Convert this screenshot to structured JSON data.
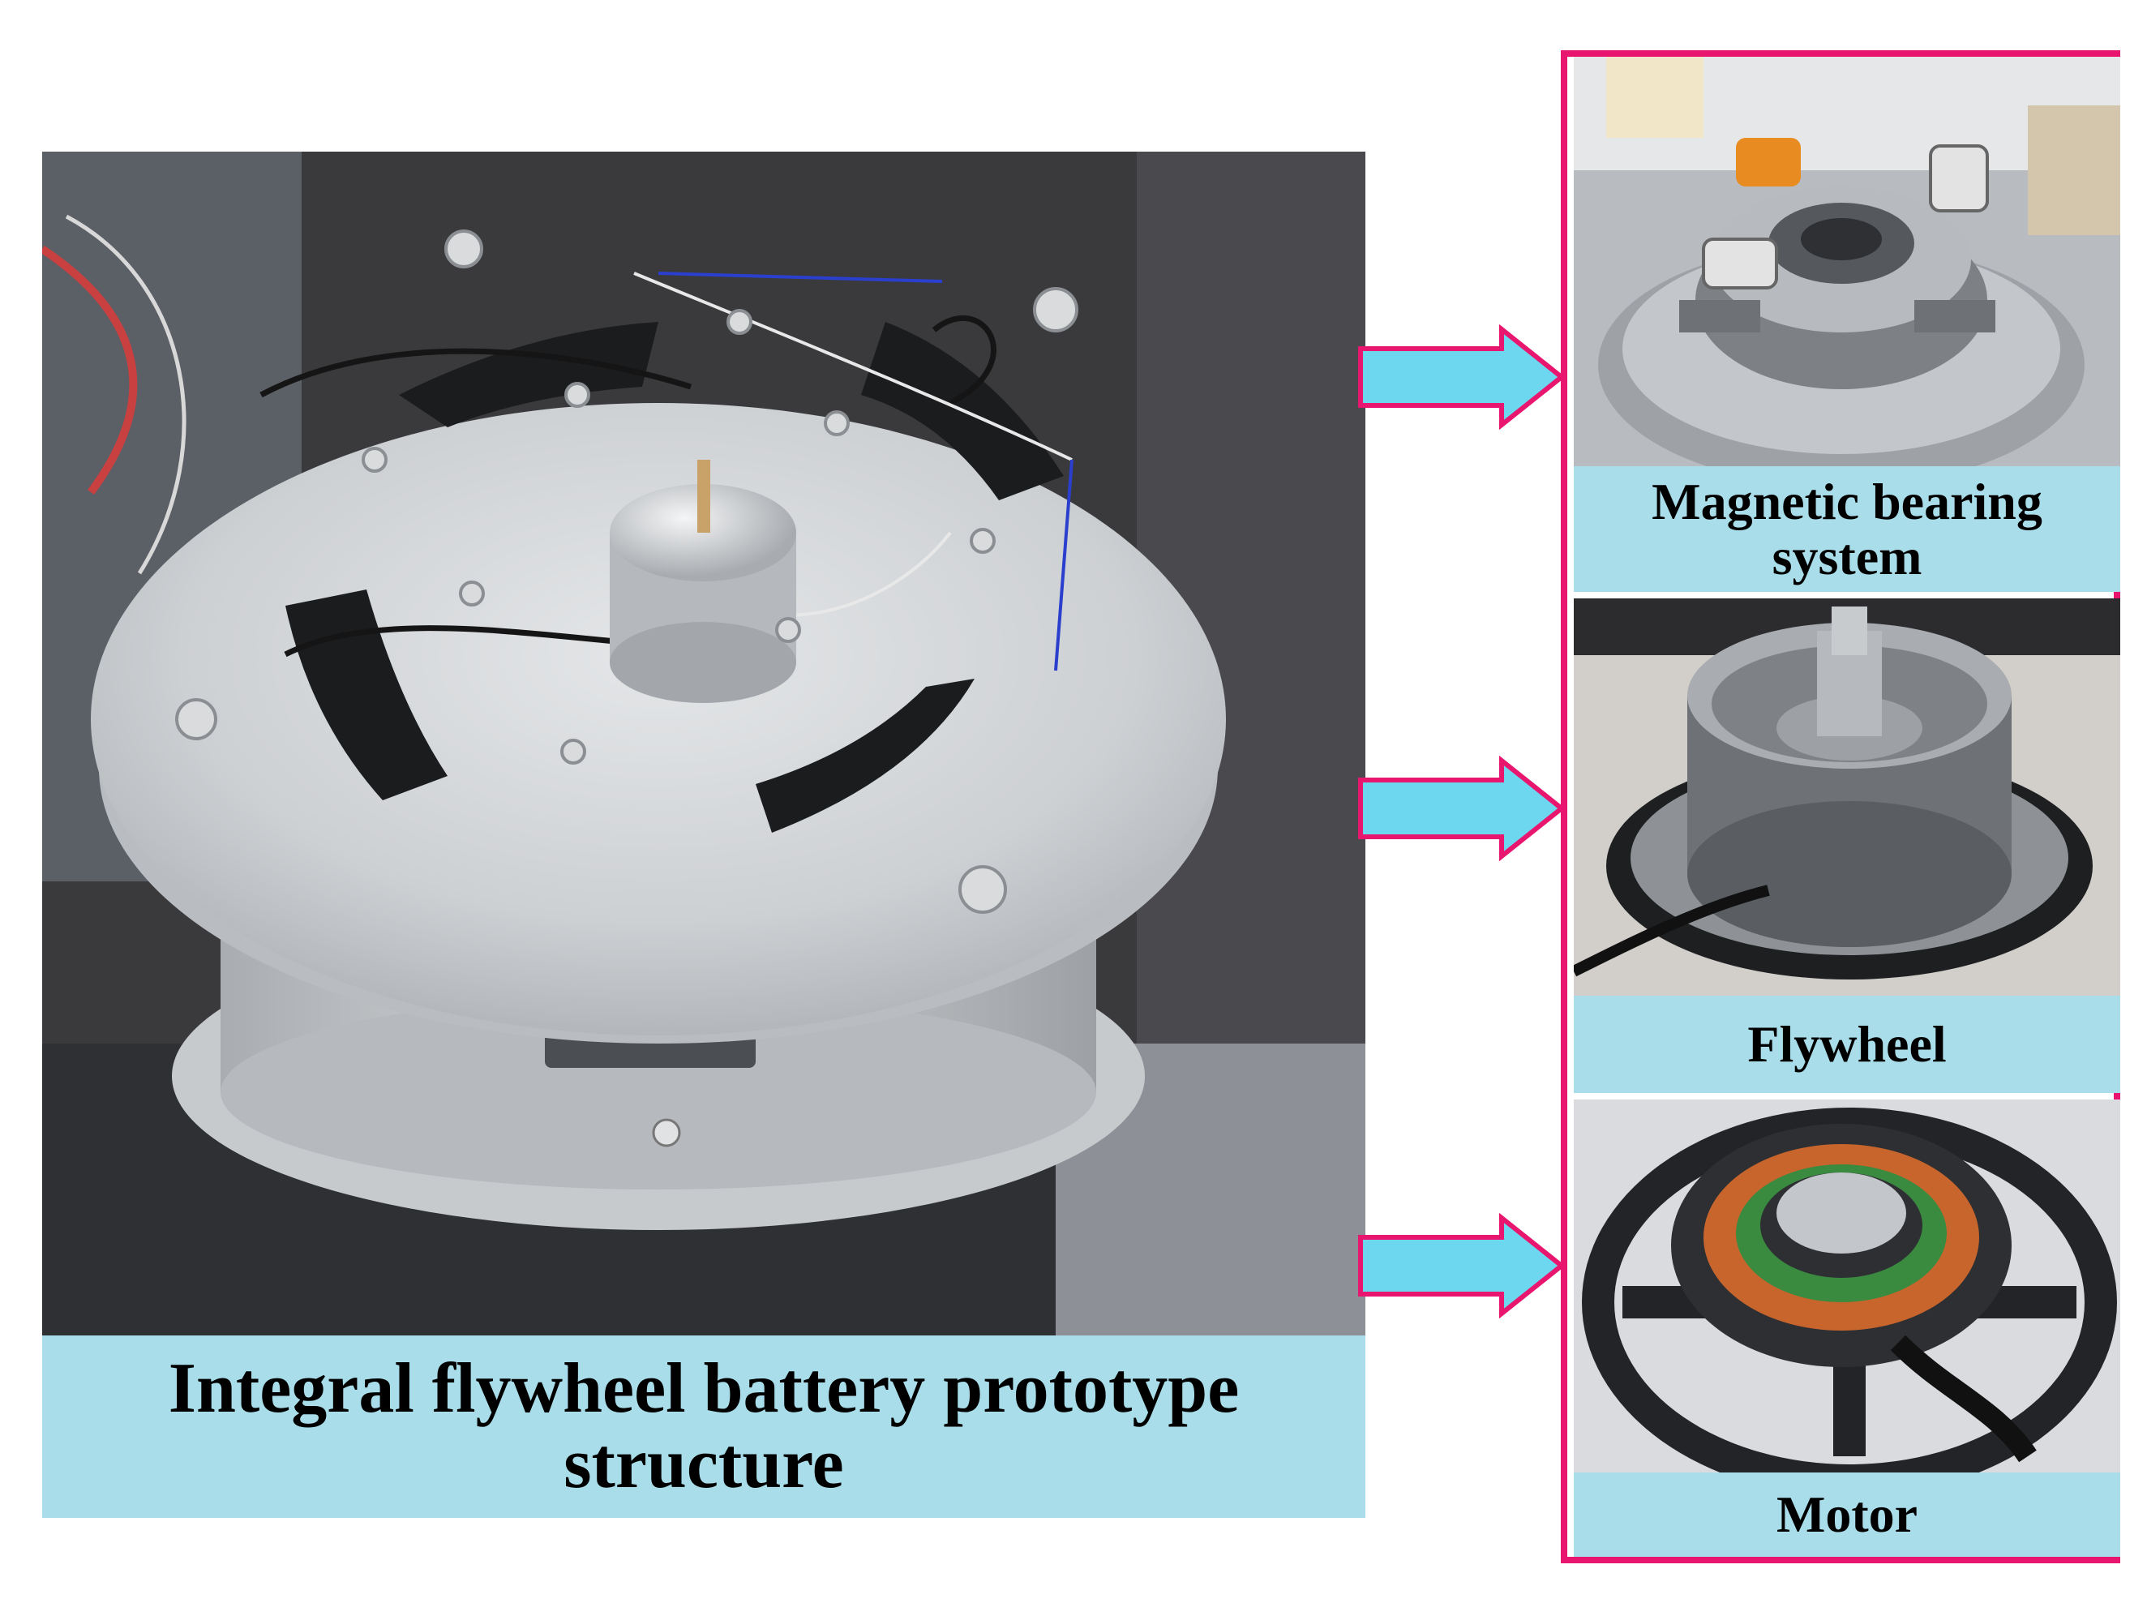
{
  "main": {
    "caption": "Integral flywheel battery prototype structure",
    "icon": "flywheel-battery-photo"
  },
  "components": [
    {
      "caption": "Magnetic bearing system",
      "icon": "magnetic-bearing-photo"
    },
    {
      "caption": "Flywheel",
      "icon": "flywheel-photo"
    },
    {
      "caption": "Motor",
      "icon": "motor-photo"
    }
  ],
  "colors": {
    "caption_bg": "#a8dde9",
    "frame_border": "#e8166e",
    "arrow_fill": "#6cd7ef",
    "arrow_stroke": "#e8166e"
  }
}
